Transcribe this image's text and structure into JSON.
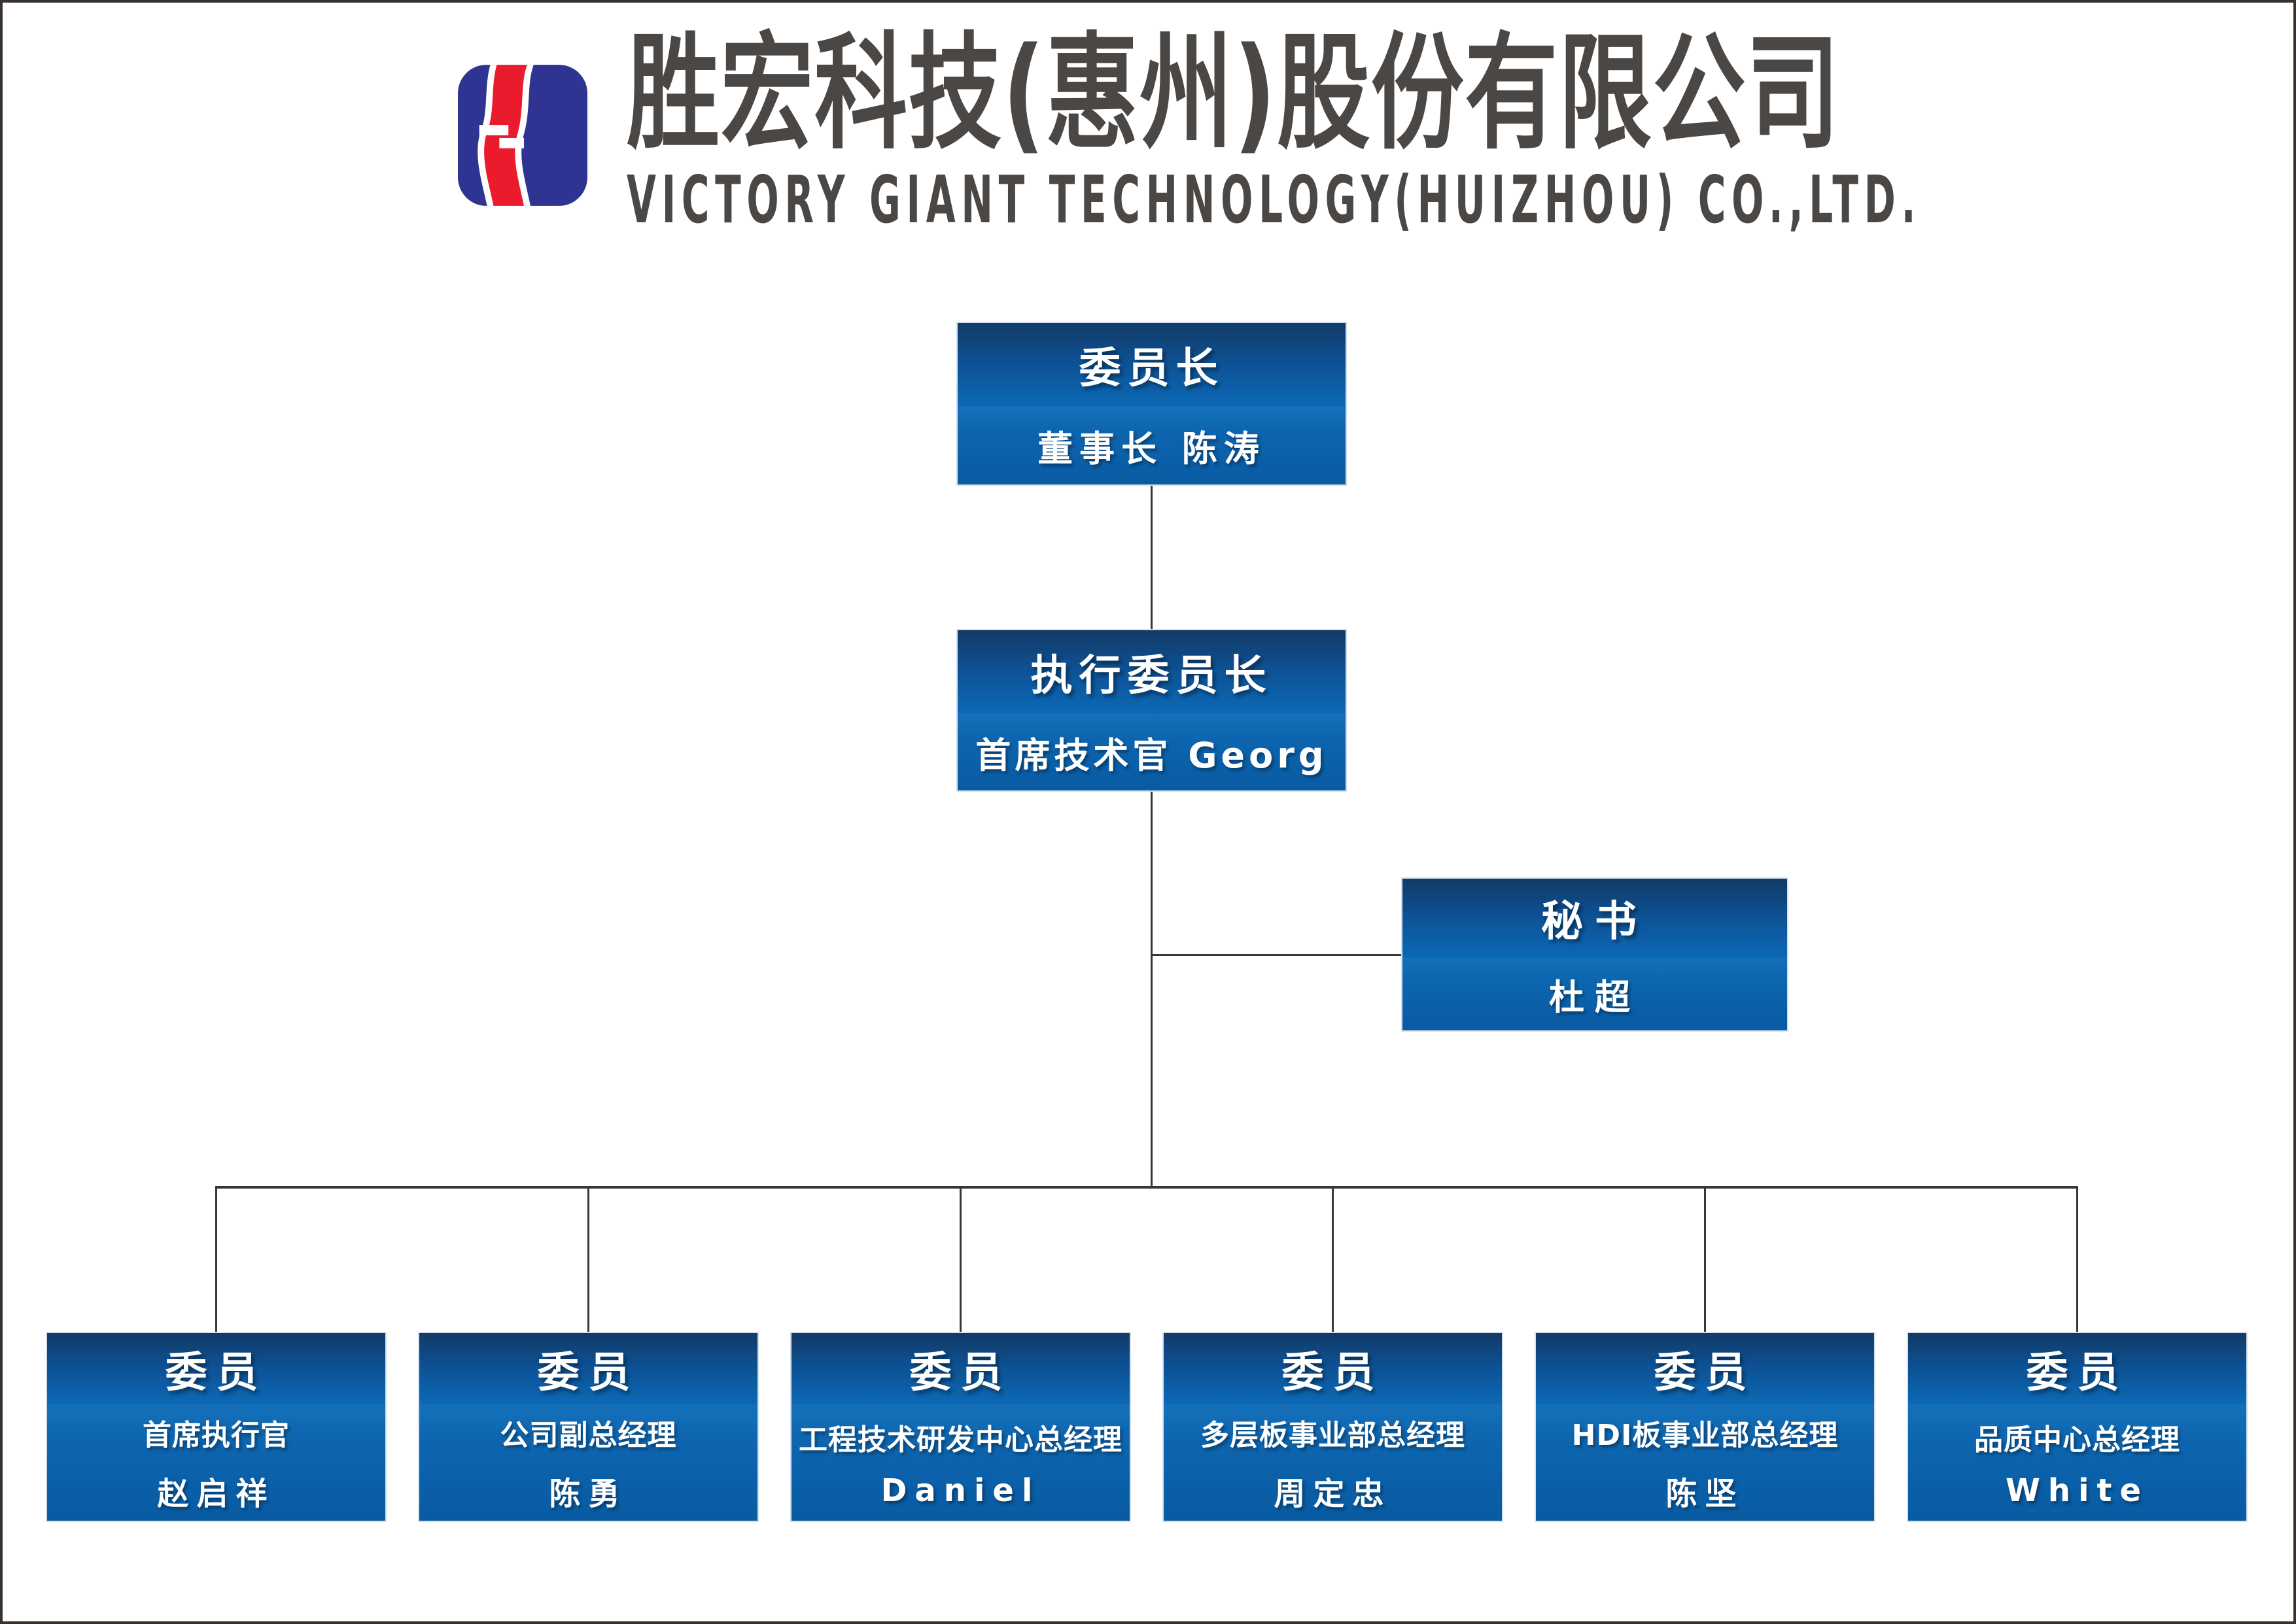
{
  "header": {
    "company_name_cn": "胜宏科技(惠州)股份有限公司",
    "company_name_en": "VICTORY GIANT TECHNOLOGY(HUIZHOU) CO.,LTD.",
    "logo": {
      "icon": "s-wave-logo",
      "blue": "#2f3492",
      "red": "#ea1b2d"
    }
  },
  "org_chart": {
    "chairman": {
      "title": "委员长",
      "subtitle": "董事长 陈涛"
    },
    "executive_chairman": {
      "title": "执行委员长",
      "subtitle": "首席技术官 Georg"
    },
    "secretary": {
      "title": "秘书",
      "subtitle": "杜超"
    },
    "members": [
      {
        "title": "委员",
        "role": "首席执行官",
        "name": "赵启祥"
      },
      {
        "title": "委员",
        "role": "公司副总经理",
        "name": "陈勇"
      },
      {
        "title": "委员",
        "role": "工程技术研发中心总经理",
        "name": "Daniel"
      },
      {
        "title": "委员",
        "role": "多层板事业部总经理",
        "name": "周定忠"
      },
      {
        "title": "委员",
        "role": "HDI板事业部总经理",
        "name": "陈坚"
      },
      {
        "title": "委员",
        "role": "品质中心总经理",
        "name": "White"
      }
    ],
    "colors": {
      "box_top": "#133a66",
      "box_bottom": "#0a5ea7",
      "connector": "#3a3633",
      "box_text": "#ffffff",
      "header_text": "#4b4744"
    }
  }
}
